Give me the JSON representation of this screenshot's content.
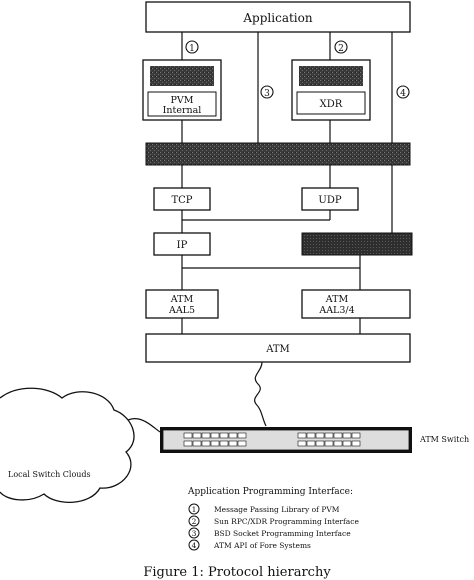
{
  "diagram": {
    "application_label": "Application",
    "pvm_label_line1": "PVM",
    "pvm_label_line2": "Internal",
    "xdr_label": "XDR",
    "tcp_label": "TCP",
    "udp_label": "UDP",
    "ip_label": "IP",
    "aal5_line1": "ATM",
    "aal5_line2": "AAL5",
    "aal34_line1": "ATM",
    "aal34_line2": "AAL3/4",
    "atm_label": "ATM",
    "switch_label": "ATM Switch",
    "cloud_label": "Local Switch Clouds",
    "interface_markers": [
      "1",
      "2",
      "3",
      "4"
    ]
  },
  "legend": {
    "title": "Application Programming Interface:",
    "items": [
      {
        "num": "1",
        "text": "Message Passing Library of PVM"
      },
      {
        "num": "2",
        "text": "Sun RPC/XDR Programming Interface"
      },
      {
        "num": "3",
        "text": "BSD Socket Programming Interface"
      },
      {
        "num": "4",
        "text": "ATM API of Fore Systems"
      }
    ]
  },
  "caption": "Figure 1: Protocol hierarchy",
  "colors": {
    "ink": "#111111",
    "dark_fill": "#2b2b2b",
    "box_fill": "#ffffff"
  }
}
